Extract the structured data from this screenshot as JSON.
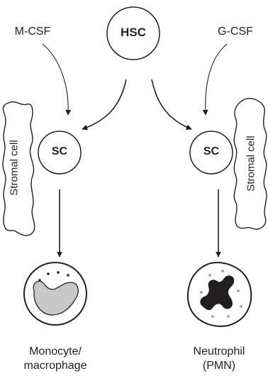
{
  "labels": {
    "hsc": "HSC",
    "m_csf": "M-CSF",
    "g_csf": "G-CSF",
    "sc_left": "SC",
    "sc_right": "SC",
    "stromal_left": "Stromal cell",
    "stromal_right": "Stromal cell",
    "monocyte_line1": "Monocyte/",
    "monocyte_line2": "macrophage",
    "neutrophil_line1": "Neutrophil",
    "neutrophil_line2": "(PMN)"
  },
  "colors": {
    "stroke": "#231f20",
    "nucleus_gray": "#c8c8c8",
    "granule_gray": "#a8a8a8",
    "nucleus_dark": "#231f20"
  }
}
